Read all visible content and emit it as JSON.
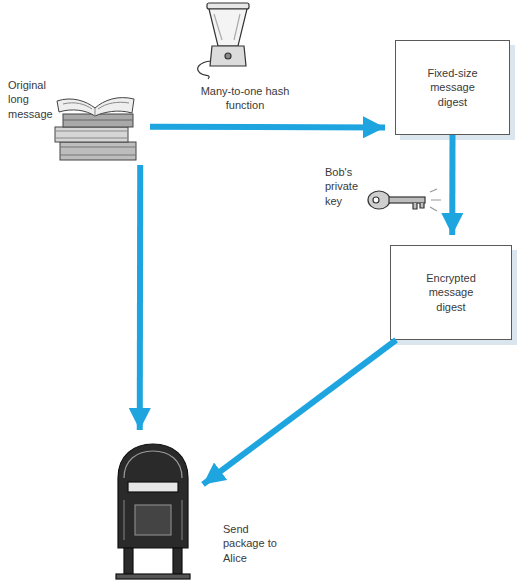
{
  "diagram": {
    "nodes": [
      {
        "text": [
          "Original long message"
        ]
      },
      {
        "text": [
          "Fixed-size message digest"
        ]
      },
      {
        "text": [
          "Encrypted message digest"
        ]
      },
      {
        "text": [
          "Send package to Alice"
        ]
      }
    ],
    "edges": [
      {
        "from": 0,
        "to": 1,
        "arrow": "to"
      },
      {
        "from": 1,
        "to": 2,
        "arrow": "to"
      },
      {
        "from": 2,
        "to": 3,
        "arrow": "to"
      },
      {
        "from": 0,
        "to": 3,
        "arrow": "to"
      }
    ],
    "labels": [
      "Many-to-one hash function",
      "Bob's private key"
    ]
  }
}
